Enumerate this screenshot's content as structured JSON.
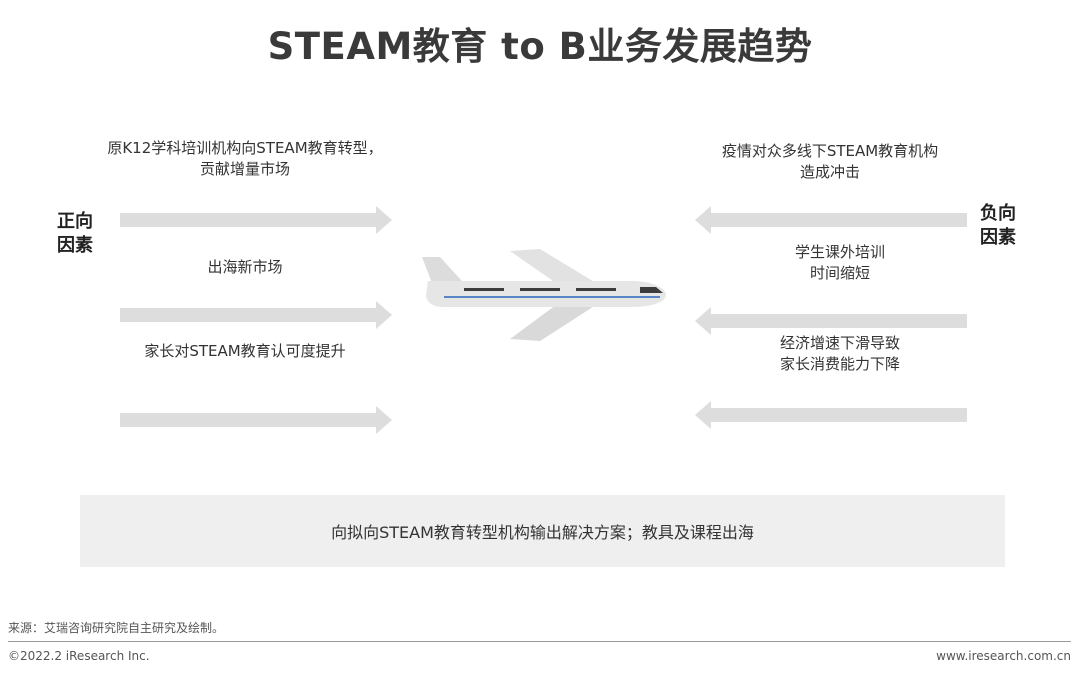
{
  "title": "STEAM教育 to B业务发展趋势",
  "positive": {
    "label_line1": "正向",
    "label_line2": "因素",
    "factors": [
      {
        "line1": "原K12学科培训机构向STEAM教育转型，",
        "line2": "贡献增量市场"
      },
      {
        "line1": "出海新市场"
      },
      {
        "line1": "家长对STEAM教育认可度提升"
      }
    ]
  },
  "negative": {
    "label_line1": "负向",
    "label_line2": "因素",
    "factors": [
      {
        "line1": "疫情对众多线下STEAM教育机构",
        "line2": "造成冲击"
      },
      {
        "line1": "学生课外培训",
        "line2": "时间缩短"
      },
      {
        "line1": "经济增速下滑导致",
        "line2": "家长消费能力下降"
      }
    ]
  },
  "center_icon": "airplane-icon",
  "conclusion": "向拟向STEAM教育转型机构输出解决方案；教具及课程出海",
  "source": "来源：艾瑞咨询研究院自主研究及绘制。",
  "footer": {
    "copyright": "©2022.2 iResearch Inc.",
    "website": "www.iresearch.com.cn"
  },
  "colors": {
    "arrow": "#dddddd",
    "plane_body": "#e4e4e4",
    "plane_stripe": "#5a86c5",
    "windows": "#3c3c3c",
    "conclusion_bg": "#efefef"
  }
}
